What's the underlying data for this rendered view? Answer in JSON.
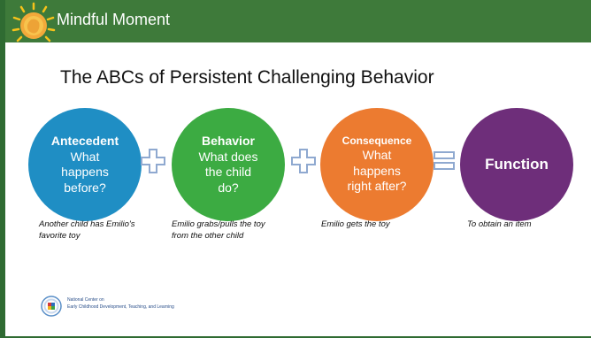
{
  "header": {
    "title": "Mindful Moment",
    "icon": "sun-icon"
  },
  "slide": {
    "title": "The ABCs of Persistent Challenging Behavior"
  },
  "diagram": {
    "nodes": [
      {
        "term": "Antecedent",
        "question": [
          "What",
          "happens",
          "before?"
        ],
        "color": "#1f8ec4"
      },
      {
        "term": "Behavior",
        "question": [
          "What does",
          "the child",
          "do?"
        ],
        "color": "#3cab42"
      },
      {
        "term": "Consequence",
        "question": [
          "What",
          "happens",
          "right after?"
        ],
        "color": "#ec7b30"
      },
      {
        "term": "Function",
        "question": [],
        "color": "#6e2e7a"
      }
    ],
    "operators": [
      "plus-icon",
      "plus-icon",
      "equals-icon"
    ],
    "operator_color": "#8fa9d0",
    "examples": [
      [
        "Another child has Emilio's",
        "favorite toy"
      ],
      [
        "Emilio grabs/pulls the toy",
        "from the other child"
      ],
      [
        "Emilio gets the toy"
      ],
      [
        "To obtain an item"
      ]
    ]
  },
  "footer": {
    "logo": "ncecdtl-logo-icon",
    "org_line1": "National Center on",
    "org_line2": "Early Childhood Development, Teaching, and Learning"
  }
}
